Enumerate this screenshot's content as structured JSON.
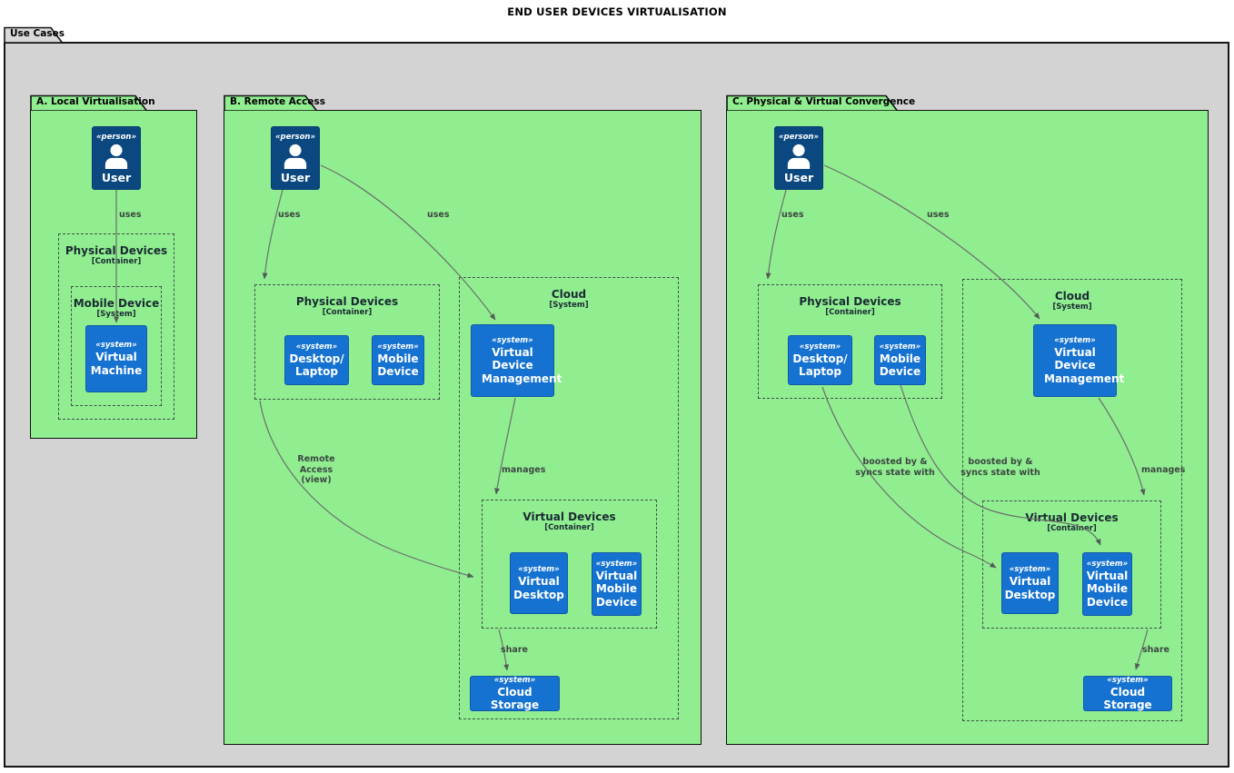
{
  "title": "END USER DEVICES VIRTUALISATION",
  "frame": {
    "label": "Use Cases"
  },
  "colors": {
    "panel_bg": "#90ee90",
    "frame_bg": "#d3d3d3",
    "person_bg": "#0b4880",
    "system_bg": "#1572d0"
  },
  "panels": {
    "a": {
      "tab": "A. Local Virtualisation",
      "user": {
        "stereotype": "«person»",
        "name": "User"
      },
      "physical_devices": {
        "title": "Physical Devices",
        "subtitle": "[Container]"
      },
      "mobile_device": {
        "title": "Mobile Device",
        "subtitle": "[System]"
      },
      "virtual_machine": {
        "stereotype": "«system»",
        "name": "Virtual Machine"
      },
      "edges": {
        "uses": "uses"
      }
    },
    "b": {
      "tab": "B. Remote Access",
      "user": {
        "stereotype": "«person»",
        "name": "User"
      },
      "physical_devices": {
        "title": "Physical Devices",
        "subtitle": "[Container]"
      },
      "desktop_laptop": {
        "stereotype": "«system»",
        "name": "Desktop/ Laptop"
      },
      "mobile_device": {
        "stereotype": "«system»",
        "name": "Mobile Device"
      },
      "cloud": {
        "title": "Cloud",
        "subtitle": "[System]"
      },
      "virtual_device_management": {
        "stereotype": "«system»",
        "name": "Virtual Device Management"
      },
      "virtual_devices": {
        "title": "Virtual Devices",
        "subtitle": "[Container]"
      },
      "virtual_desktop": {
        "stereotype": "«system»",
        "name": "Virtual Desktop"
      },
      "virtual_mobile_device": {
        "stereotype": "«system»",
        "name": "Virtual Mobile Device"
      },
      "cloud_storage": {
        "stereotype": "«system»",
        "name": "Cloud Storage"
      },
      "edges": {
        "uses_physical": "uses",
        "uses_vdm": "uses",
        "remote_access": [
          "Remote",
          "Access",
          "(view)"
        ],
        "manages": "manages",
        "share": "share"
      }
    },
    "c": {
      "tab": "C. Physical & Virtual Convergence",
      "user": {
        "stereotype": "«person»",
        "name": "User"
      },
      "physical_devices": {
        "title": "Physical Devices",
        "subtitle": "[Container]"
      },
      "desktop_laptop": {
        "stereotype": "«system»",
        "name": "Desktop/ Laptop"
      },
      "mobile_device": {
        "stereotype": "«system»",
        "name": "Mobile Device"
      },
      "cloud": {
        "title": "Cloud",
        "subtitle": "[System]"
      },
      "virtual_device_management": {
        "stereotype": "«system»",
        "name": "Virtual Device Management"
      },
      "virtual_devices": {
        "title": "Virtual Devices",
        "subtitle": "[Container]"
      },
      "virtual_desktop": {
        "stereotype": "«system»",
        "name": "Virtual Desktop"
      },
      "virtual_mobile_device": {
        "stereotype": "«system»",
        "name": "Virtual Mobile Device"
      },
      "cloud_storage": {
        "stereotype": "«system»",
        "name": "Cloud Storage"
      },
      "edges": {
        "uses_physical": "uses",
        "uses_vdm": "uses",
        "boosted_desktop": [
          "boosted by &",
          "syncs state with"
        ],
        "boosted_mobile": [
          "boosted by &",
          "syncs state with"
        ],
        "manages": "manages",
        "share": "share"
      }
    }
  }
}
